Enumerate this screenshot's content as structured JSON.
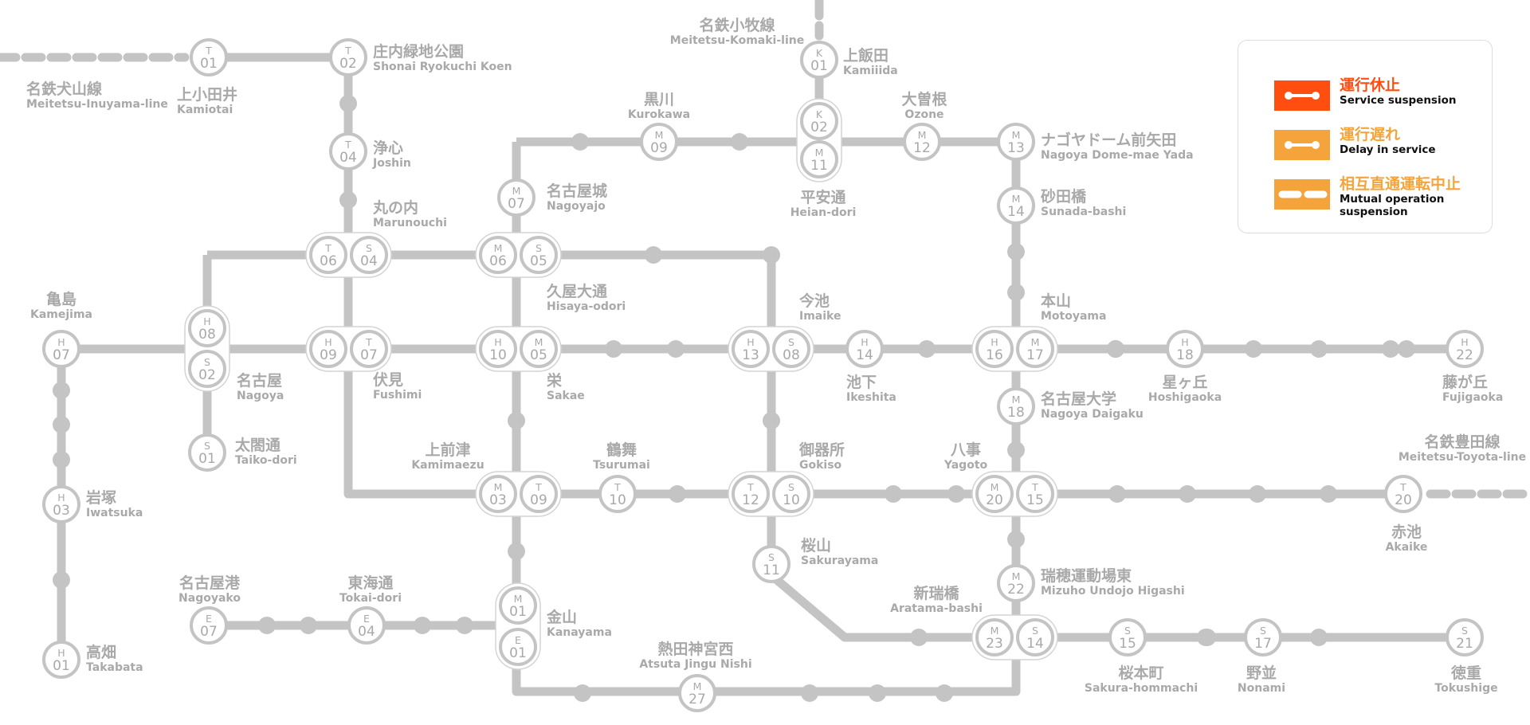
{
  "colors": {
    "line": "#c4c4c4",
    "label": "#a9a9a9",
    "suspension": "#ff4e0f",
    "delay": "#f5a43c",
    "mutual": "#f5a43c"
  },
  "legend": {
    "suspension": {
      "jp": "運行休止",
      "en": "Service suspension",
      "icon": "solid-bar-dots-icon"
    },
    "delay": {
      "jp": "運行遅れ",
      "en": "Delay in service",
      "icon": "solid-bar-dots-icon"
    },
    "mutual": {
      "jp": "相互直通運転中止",
      "en": "Mutual operation suspension",
      "icon": "dashed-bar-icon"
    }
  },
  "external_lines": [
    {
      "id": "inuyama",
      "jp": "名鉄犬山線",
      "en": "Meitetsu-Inuyama-line"
    },
    {
      "id": "komaki",
      "jp": "名鉄小牧線",
      "en": "Meitetsu-Komaki-line"
    },
    {
      "id": "toyota",
      "jp": "名鉄豊田線",
      "en": "Meitetsu-Toyota-line"
    }
  ],
  "stations": [
    {
      "id": "kamiotai",
      "jp": "上小田井",
      "en": "Kamiotai",
      "codes": [
        [
          "T",
          "01"
        ]
      ]
    },
    {
      "id": "shonai",
      "jp": "庄内緑地公園",
      "en": "Shonai Ryokuchi Koen",
      "codes": [
        [
          "T",
          "02"
        ]
      ]
    },
    {
      "id": "joshin",
      "jp": "浄心",
      "en": "Joshin",
      "codes": [
        [
          "T",
          "04"
        ]
      ]
    },
    {
      "id": "marunouchi",
      "jp": "丸の内",
      "en": "Marunouchi",
      "codes": [
        [
          "T",
          "06"
        ],
        [
          "S",
          "04"
        ]
      ]
    },
    {
      "id": "kamiiida",
      "jp": "上飯田",
      "en": "Kamiiida",
      "codes": [
        [
          "K",
          "01"
        ]
      ]
    },
    {
      "id": "heian",
      "jp": "平安通",
      "en": "Heian-dori",
      "codes": [
        [
          "K",
          "02"
        ],
        [
          "M",
          "11"
        ]
      ]
    },
    {
      "id": "kurokawa",
      "jp": "黒川",
      "en": "Kurokawa",
      "codes": [
        [
          "M",
          "09"
        ]
      ]
    },
    {
      "id": "ozone",
      "jp": "大曽根",
      "en": "Ozone",
      "codes": [
        [
          "M",
          "12"
        ]
      ]
    },
    {
      "id": "nagoyadome",
      "jp": "ナゴヤドーム前矢田",
      "en": "Nagoya Dome-mae Yada",
      "codes": [
        [
          "M",
          "13"
        ]
      ]
    },
    {
      "id": "sunada",
      "jp": "砂田橋",
      "en": "Sunada-bashi",
      "codes": [
        [
          "M",
          "14"
        ]
      ]
    },
    {
      "id": "nagoyajo",
      "jp": "名古屋城",
      "en": "Nagoyajo",
      "codes": [
        [
          "M",
          "07"
        ]
      ]
    },
    {
      "id": "hisaya",
      "jp": "久屋大通",
      "en": "Hisaya-odori",
      "codes": [
        [
          "M",
          "06"
        ],
        [
          "S",
          "05"
        ]
      ]
    },
    {
      "id": "kamejima",
      "jp": "亀島",
      "en": "Kamejima",
      "codes": [
        [
          "H",
          "07"
        ]
      ]
    },
    {
      "id": "nagoya",
      "jp": "名古屋",
      "en": "Nagoya",
      "codes": [
        [
          "H",
          "08"
        ],
        [
          "S",
          "02"
        ]
      ]
    },
    {
      "id": "fushimi",
      "jp": "伏見",
      "en": "Fushimi",
      "codes": [
        [
          "H",
          "09"
        ],
        [
          "T",
          "07"
        ]
      ]
    },
    {
      "id": "sakae",
      "jp": "栄",
      "en": "Sakae",
      "codes": [
        [
          "H",
          "10"
        ],
        [
          "M",
          "05"
        ]
      ]
    },
    {
      "id": "imaike",
      "jp": "今池",
      "en": "Imaike",
      "codes": [
        [
          "H",
          "13"
        ],
        [
          "S",
          "08"
        ]
      ]
    },
    {
      "id": "ikeshita",
      "jp": "池下",
      "en": "Ikeshita",
      "codes": [
        [
          "H",
          "14"
        ]
      ]
    },
    {
      "id": "motoyama",
      "jp": "本山",
      "en": "Motoyama",
      "codes": [
        [
          "H",
          "16"
        ],
        [
          "M",
          "17"
        ]
      ]
    },
    {
      "id": "hoshigaoka",
      "jp": "星ヶ丘",
      "en": "Hoshigaoka",
      "codes": [
        [
          "H",
          "18"
        ]
      ]
    },
    {
      "id": "fujigaoka",
      "jp": "藤が丘",
      "en": "Fujigaoka",
      "codes": [
        [
          "H",
          "22"
        ]
      ]
    },
    {
      "id": "taiko",
      "jp": "太閤通",
      "en": "Taiko-dori",
      "codes": [
        [
          "S",
          "01"
        ]
      ]
    },
    {
      "id": "nagoyadaigaku",
      "jp": "名古屋大学",
      "en": "Nagoya Daigaku",
      "codes": [
        [
          "M",
          "18"
        ]
      ]
    },
    {
      "id": "iwatsuka",
      "jp": "岩塚",
      "en": "Iwatsuka",
      "codes": [
        [
          "H",
          "03"
        ]
      ]
    },
    {
      "id": "kamimaezu",
      "jp": "上前津",
      "en": "Kamimaezu",
      "codes": [
        [
          "M",
          "03"
        ],
        [
          "T",
          "09"
        ]
      ]
    },
    {
      "id": "tsurumai",
      "jp": "鶴舞",
      "en": "Tsurumai",
      "codes": [
        [
          "T",
          "10"
        ]
      ]
    },
    {
      "id": "gokiso",
      "jp": "御器所",
      "en": "Gokiso",
      "codes": [
        [
          "T",
          "12"
        ],
        [
          "S",
          "10"
        ]
      ]
    },
    {
      "id": "yagoto",
      "jp": "八事",
      "en": "Yagoto",
      "codes": [
        [
          "M",
          "20"
        ],
        [
          "T",
          "15"
        ]
      ]
    },
    {
      "id": "akaike",
      "jp": "赤池",
      "en": "Akaike",
      "codes": [
        [
          "T",
          "20"
        ]
      ]
    },
    {
      "id": "sakurayama",
      "jp": "桜山",
      "en": "Sakurayama",
      "codes": [
        [
          "S",
          "11"
        ]
      ]
    },
    {
      "id": "mizuho",
      "jp": "瑞穂運動場東",
      "en": "Mizuho Undojo Higashi",
      "codes": [
        [
          "M",
          "22"
        ]
      ]
    },
    {
      "id": "nagoyako",
      "jp": "名古屋港",
      "en": "Nagoyako",
      "codes": [
        [
          "E",
          "07"
        ]
      ]
    },
    {
      "id": "tokai",
      "jp": "東海通",
      "en": "Tokai-dori",
      "codes": [
        [
          "E",
          "04"
        ]
      ]
    },
    {
      "id": "kanayama",
      "jp": "金山",
      "en": "Kanayama",
      "codes": [
        [
          "M",
          "01"
        ],
        [
          "E",
          "01"
        ]
      ]
    },
    {
      "id": "aratama",
      "jp": "新瑞橋",
      "en": "Aratama-bashi",
      "codes": [
        [
          "M",
          "23"
        ],
        [
          "S",
          "14"
        ]
      ]
    },
    {
      "id": "sakurahommachi",
      "jp": "桜本町",
      "en": "Sakura-hommachi",
      "codes": [
        [
          "S",
          "15"
        ]
      ]
    },
    {
      "id": "nonami",
      "jp": "野並",
      "en": "Nonami",
      "codes": [
        [
          "S",
          "17"
        ]
      ]
    },
    {
      "id": "tokushige",
      "jp": "徳重",
      "en": "Tokushige",
      "codes": [
        [
          "S",
          "21"
        ]
      ]
    },
    {
      "id": "atsuta",
      "jp": "熱田神宮西",
      "en": "Atsuta Jingu Nishi",
      "codes": [
        [
          "M",
          "27"
        ]
      ]
    },
    {
      "id": "takabata",
      "jp": "高畑",
      "en": "Takabata",
      "codes": [
        [
          "H",
          "01"
        ]
      ]
    }
  ]
}
